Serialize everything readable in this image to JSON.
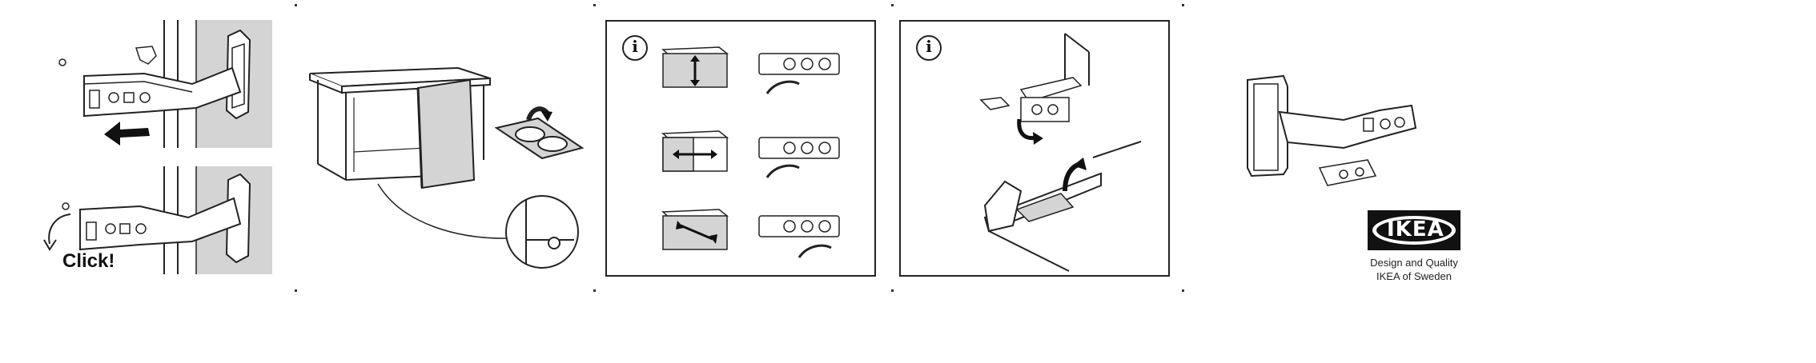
{
  "page": {
    "background": "#ffffff",
    "line_color": "#222222",
    "shade_color": "#d4d4d4"
  },
  "step1": {
    "click_label": "Click!"
  },
  "info_icon": {
    "glyph": "i"
  },
  "brand": {
    "logo_text": "IKEA",
    "logo_colors": {
      "box": "#111111",
      "oval": "#111111",
      "text": "#ffffff"
    },
    "tagline": "Design and Quality",
    "origin": "IKEA of Sweden"
  }
}
